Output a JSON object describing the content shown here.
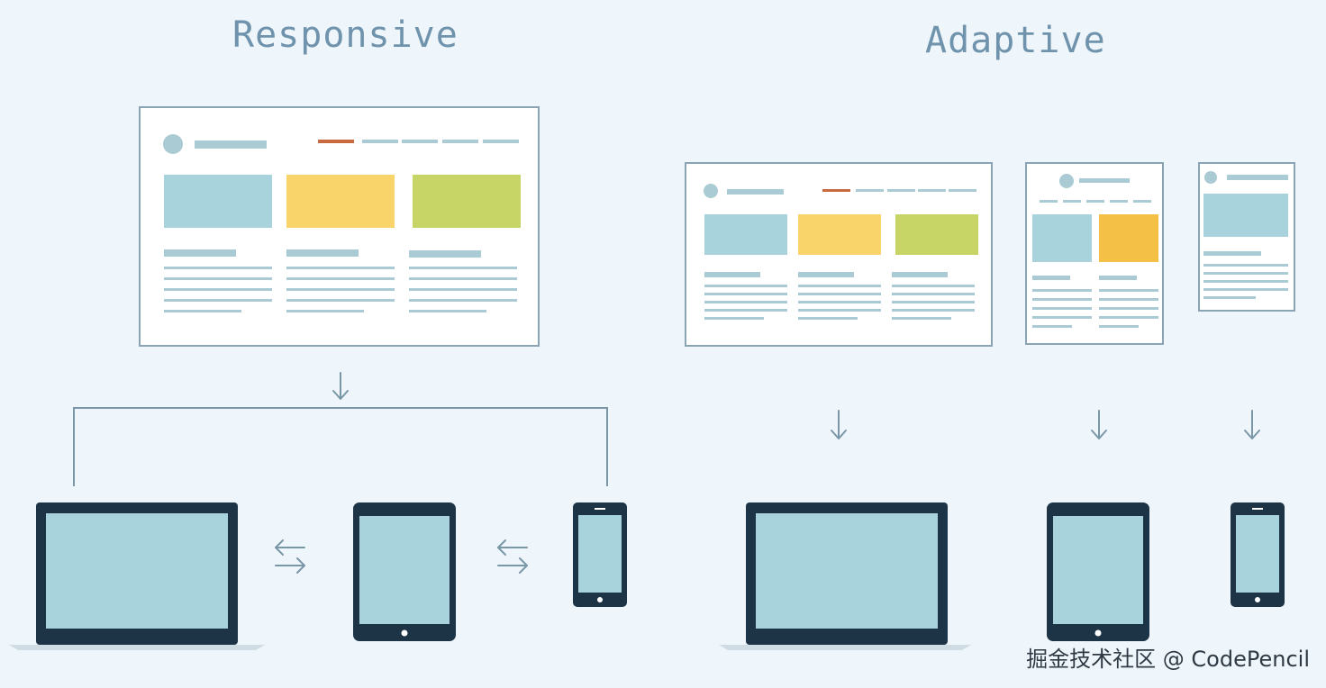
{
  "headings": {
    "responsive": "Responsive",
    "adaptive": "Adaptive"
  },
  "watermark": "掘金技术社区 @ CodePencil",
  "colors": {
    "background": "#eff6fb",
    "frame_border": "#8aa4b4",
    "placeholder_line": "#aacbd3",
    "accent_line": "#c8693f",
    "blue_block": "#a8d3dc",
    "yellow_block": "#f8d46a",
    "orange_block": "#f4c045",
    "green_block": "#c7d466",
    "device_body": "#1d3447",
    "device_screen": "#a8d3dc",
    "laptop_base": "#cfdce4",
    "connector": "#7a97a8"
  },
  "icons": {
    "down_arrow": "down-arrow-icon",
    "swap_arrows": "swap-arrows-icon"
  }
}
